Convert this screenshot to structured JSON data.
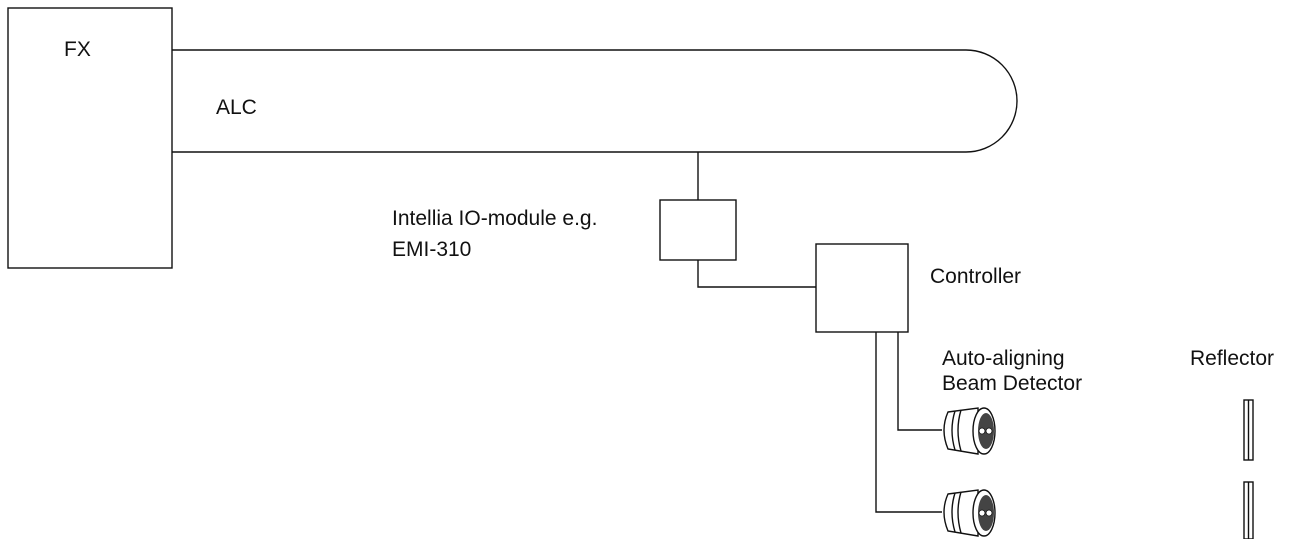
{
  "labels": {
    "panel": "FX",
    "loop": "ALC",
    "io_module_line1": "Intellia IO-module e.g.",
    "io_module_line2": "EMI-310",
    "controller": "Controller",
    "detector_line1": "Auto-aligning",
    "detector_line2": "Beam Detector",
    "reflector": "Reflector"
  },
  "colors": {
    "line": "#111111",
    "background": "#ffffff",
    "detector_lens": "#444444"
  }
}
